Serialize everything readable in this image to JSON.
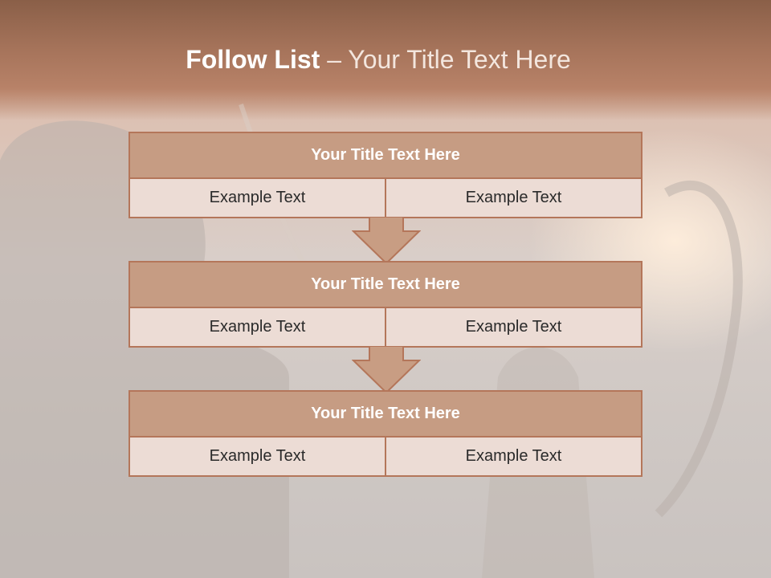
{
  "slide": {
    "title_strong": "Follow List",
    "title_rest": " – Your Title Text Here"
  },
  "steps": [
    {
      "title": "Your Title Text Here",
      "left": "Example Text",
      "right": "Example Text"
    },
    {
      "title": "Your Title Text Here",
      "left": "Example Text",
      "right": "Example Text"
    },
    {
      "title": "Your Title Text Here",
      "left": "Example Text",
      "right": "Example Text"
    }
  ],
  "colors": {
    "accent": "#b4765a",
    "header_fill": "#c69c83",
    "cell_fill": "#ecdcd5",
    "arrow_fill": "#c89d83"
  },
  "icons": {
    "connector": "down-arrow-icon"
  }
}
